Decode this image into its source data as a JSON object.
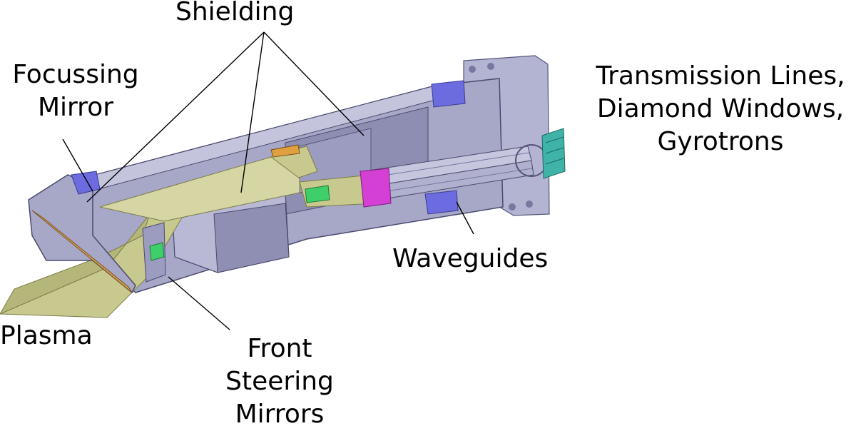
{
  "labels": {
    "shielding": "Shielding",
    "focussing_mirror": [
      "Focussing",
      "Mirror"
    ],
    "transmission": [
      "Transmission Lines,",
      "Diamond Windows,",
      "Gyrotrons"
    ],
    "waveguides": "Waveguides",
    "plasma": "Plasma",
    "front_steering": [
      "Front",
      "Steering",
      "Mirrors"
    ]
  },
  "colors": {
    "casing": "#a7a7c8",
    "casing_dark": "#8585a8",
    "casing_light": "#c4c4dc",
    "beam": "#c8c98e",
    "beam_dark": "#a9aa6c",
    "accent_blue": "#6c6ce0",
    "accent_magenta": "#d43fd4",
    "accent_green": "#3fcf6a",
    "accent_orange": "#e0a040",
    "teal": "#3fb3a8"
  }
}
